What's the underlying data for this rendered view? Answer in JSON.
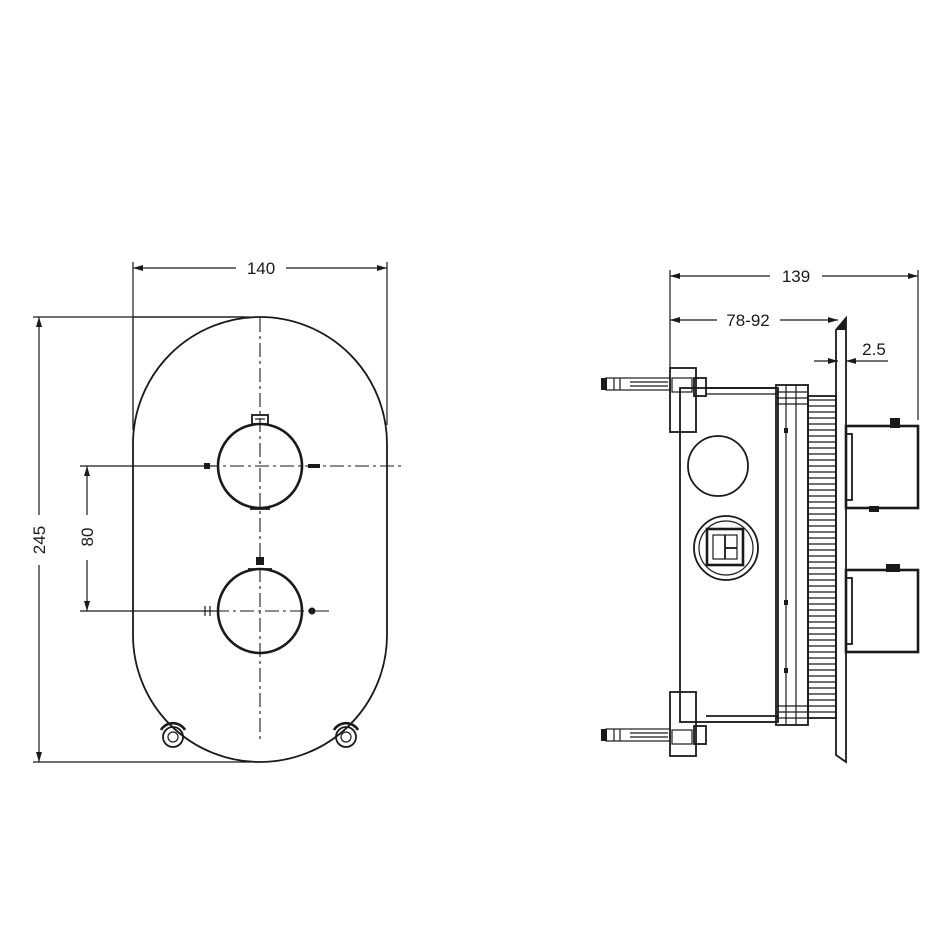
{
  "front_view": {
    "width_label": "140",
    "height_label": "245",
    "spacing_label": "80"
  },
  "side_view": {
    "depth_label": "139",
    "install_range_label": "78-92",
    "plate_label": "2.5"
  }
}
